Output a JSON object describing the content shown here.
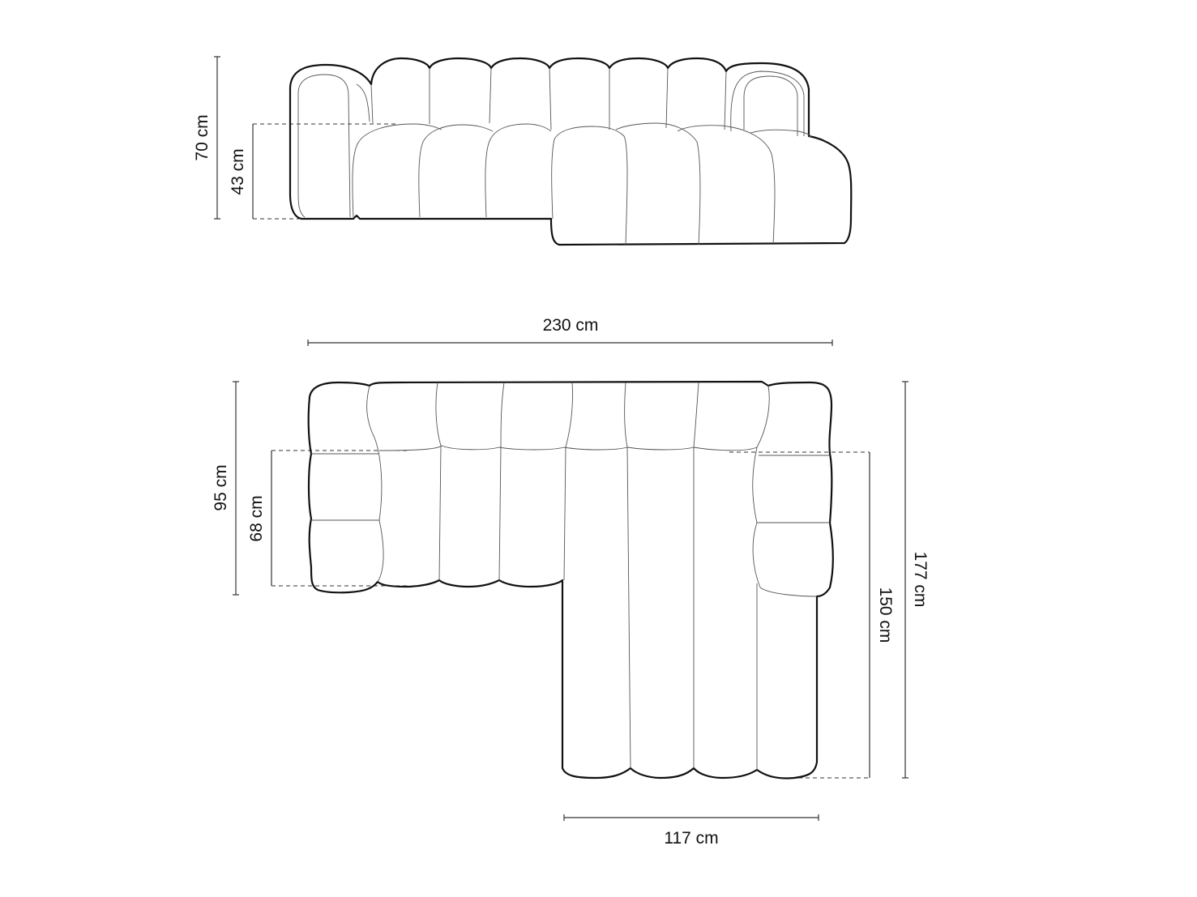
{
  "diagram": {
    "type": "sofa-dimension-drawing",
    "views": {
      "front": {
        "dimensions": {
          "total_height": "70 cm",
          "seat_height": "43 cm"
        }
      },
      "top": {
        "dimensions": {
          "total_width": "230 cm",
          "depth": "95 cm",
          "seat_depth": "68 cm",
          "chaise_length": "177 cm",
          "chaise_seat_length": "150 cm",
          "chaise_width": "117 cm"
        }
      }
    },
    "colors": {
      "line": "#111111",
      "detail_line": "#555555",
      "background": "#ffffff"
    }
  }
}
